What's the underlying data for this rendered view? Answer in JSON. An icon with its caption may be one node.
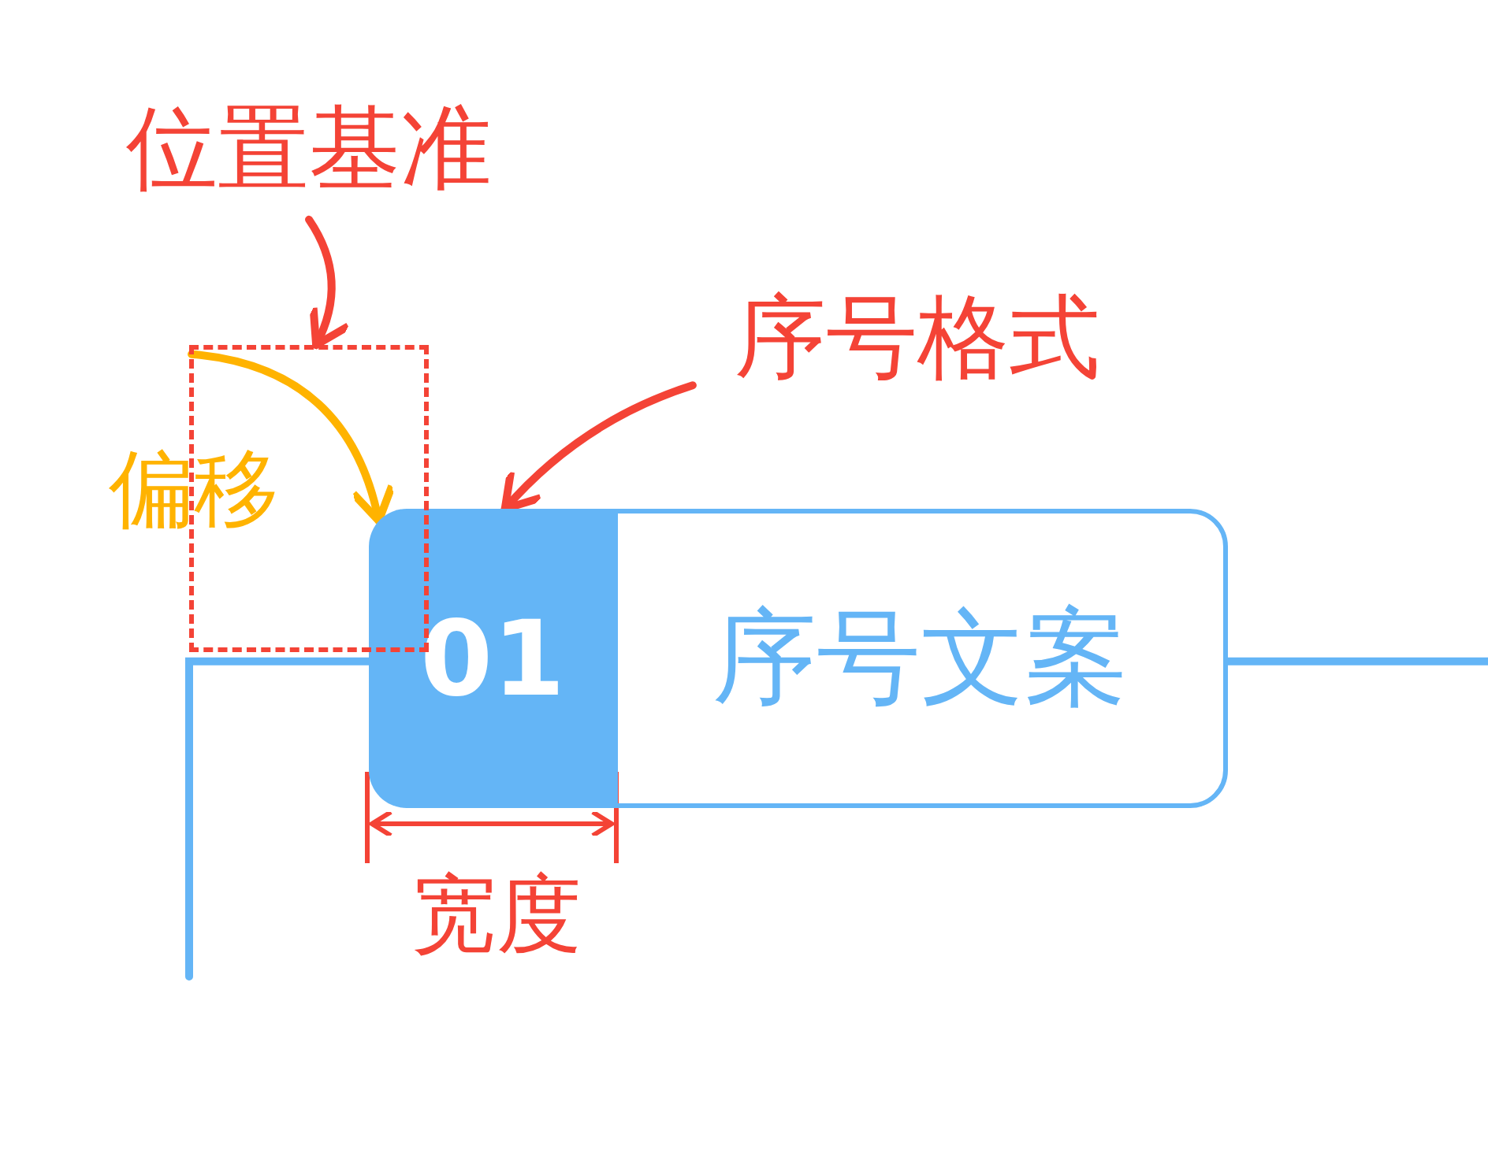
{
  "diagram": {
    "nodes": [
      {
        "text": [
          "位置基准"
        ]
      },
      {
        "text": [],
        "shape": "box"
      },
      {
        "text": [
          "序号格式"
        ]
      },
      {
        "text": [
          "01"
        ]
      },
      {
        "text": [
          "序号文案"
        ]
      }
    ],
    "edges": [
      {
        "from": 0,
        "to": 1,
        "arrow": "to",
        "color": "#f44336"
      },
      {
        "from": 1,
        "to": 3,
        "arrow": "to",
        "label": "偏移",
        "color": "#ffb300"
      },
      {
        "from": 2,
        "to": 3,
        "arrow": "to",
        "color": "#f44336"
      },
      {
        "from": null,
        "to": 3,
        "arrow": "none",
        "color": "#64b5f6"
      },
      {
        "from": 4,
        "to": null,
        "arrow": "none",
        "color": "#64b5f6"
      }
    ],
    "labels": [
      "宽度"
    ]
  }
}
